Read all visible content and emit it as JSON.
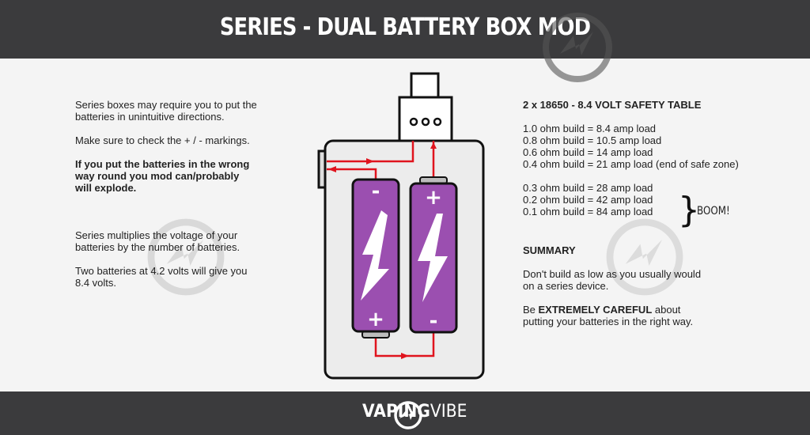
{
  "header": {
    "title": "SERIES - DUAL BATTERY BOX MOD"
  },
  "left": {
    "p1": "Series boxes may require you to put the batteries in unintuitive directions.",
    "p2": "Make sure to check the + / - markings.",
    "p3": "If you put the batteries in the wrong way round you mod can/probably will explode.",
    "p4": "Series multiplies the voltage of your batteries by the number of batteries.",
    "p5": "Two batteries at 4.2 volts will give you 8.4 volts."
  },
  "right": {
    "table_title": "2 x 18650 - 8.4 VOLT SAFETY TABLE",
    "safe_rows": [
      "1.0 ohm build = 8.4 amp load",
      "0.8 ohm build = 10.5 amp load",
      "0.6 ohm build = 14 amp load",
      "0.4 ohm build = 21 amp load (end of safe zone)"
    ],
    "danger_rows": [
      "0.3 ohm build = 28 amp load",
      "0.2 ohm build = 42 amp load",
      "0.1 ohm build = 84 amp load"
    ],
    "boom_label": "BOOM!",
    "summary_title": "SUMMARY",
    "summary_p1": "Don't build as low as you usually would on a series device.",
    "summary_p2_pre": "Be ",
    "summary_p2_bold": "EXTREMELY CAREFUL",
    "summary_p2_post": " about putting your batteries in the right way."
  },
  "diagram": {
    "battery_left": {
      "top_sign": "-",
      "bottom_sign": "+"
    },
    "battery_right": {
      "top_sign": "+",
      "bottom_sign": "-"
    },
    "battery_color": "#9b4fb0",
    "wire_color": "#e0141e"
  },
  "footer": {
    "logo_part1": "VAPING",
    "logo_part2": "VIBE"
  },
  "colors": {
    "header_bg": "#3b3b3d",
    "body_bg": "#f4f4f4"
  }
}
